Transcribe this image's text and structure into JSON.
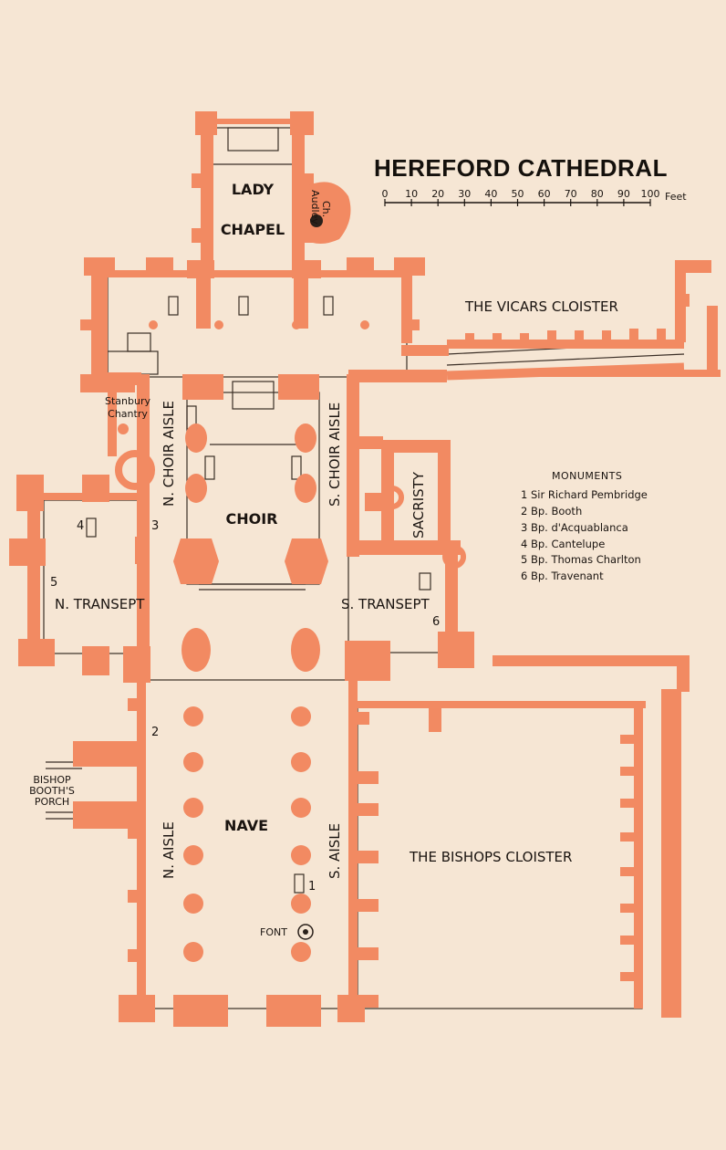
{
  "title": "HEREFORD CATHEDRAL",
  "scale": {
    "ticks": [
      "0",
      "10",
      "20",
      "30",
      "40",
      "50",
      "60",
      "70",
      "80",
      "90",
      "100"
    ],
    "unit": "Feet"
  },
  "rooms": {
    "lady_chapel_1": "LADY",
    "lady_chapel_2": "CHAPEL",
    "audley_chapel_1": "Audley",
    "audley_chapel_2": "Ch.",
    "vicars_cloister": "THE VICARS CLOISTER",
    "stanbury_chantry_1": "Stanbury",
    "stanbury_chantry_2": "Chantry",
    "n_choir_aisle": "N. CHOIR AISLE",
    "s_choir_aisle": "S. CHOIR AISLE",
    "choir": "CHOIR",
    "sacristy": "SACRISTY",
    "n_transept": "N. TRANSEPT",
    "s_transept": "S. TRANSEPT",
    "bishop_booths_porch_1": "BISHOP",
    "bishop_booths_porch_2": "BOOTH'S",
    "bishop_booths_porch_3": "PORCH",
    "n_aisle": "N. AISLE",
    "nave": "NAVE",
    "s_aisle": "S. AISLE",
    "bishops_cloister": "THE BISHOPS CLOISTER",
    "font": "FONT"
  },
  "markers": [
    "1",
    "2",
    "3",
    "4",
    "5",
    "6"
  ],
  "monuments": {
    "heading": "MONUMENTS",
    "items": [
      "1 Sir Richard Pembridge",
      "2 Bp. Booth",
      "3 Bp. d'Acquablanca",
      "4 Bp. Cantelupe",
      "5 Bp. Thomas Charlton",
      "6 Bp. Travenant"
    ]
  },
  "colors": {
    "paper": "#f6e6d4",
    "masonry": "#f28a62",
    "ink": "#1a1410"
  }
}
